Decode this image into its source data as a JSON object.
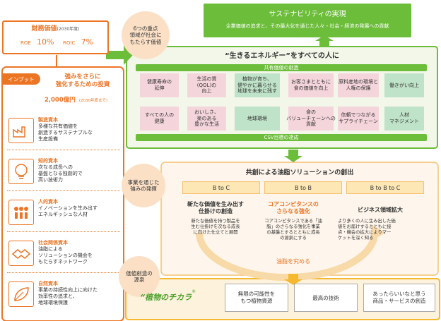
{
  "financial": {
    "title": "財務価値",
    "year": "(2030年度)",
    "roe_label": "ROE",
    "roe_value": "10%",
    "roic_label": "ROIC",
    "roic_value": "7%"
  },
  "callout_top": "6つの重点\n領域が社会に\nもたらす価値",
  "sustainability": {
    "title": "サステナビリティの実現",
    "subtitle": "企業価値の追求と、その最大化を通じた人々・社会・経済の発展への貢献"
  },
  "energy": {
    "title": "“生きるエネルギー”をすべての人に",
    "shared_value_bar": "共有価値の創造",
    "csv_bar": "CSV目標の達成",
    "row1": [
      "健康寿命の\n延伸",
      "生活の質\n(QOL)の\n向上",
      "植物が育ち、\n健やかに暮らせる\n地球を未来に残す",
      "お客さまとともに\n食の価値を向上",
      "原料産地の環境と\n人権の保護",
      "働きがい向上"
    ],
    "row2": [
      "すべての人の\n健康",
      "おいしさ、\n楽のある\n豊かな生活",
      "地球環境",
      "食の\nバリューチェーンへの\n貢献",
      "信頼でつながる\nサプライチェーン",
      "人材\nマネジメント"
    ]
  },
  "input": {
    "tag": "インプット",
    "title": "強みをさらに\n強化するための投資",
    "amount": "2,000億円",
    "amount_note": "(2030年度まで)",
    "capitals": [
      {
        "name": "製造資本",
        "desc": "多様な共有価値を\n創造するサステナブルな\n生産設備"
      },
      {
        "name": "知的資本",
        "desc": "次なる成長への\n基盤となる独創的で\n高い技術力"
      },
      {
        "name": "人的資本",
        "desc": "イノベーションを生み出す\nエネルギッシュな人材"
      },
      {
        "name": "社会関係資本",
        "desc": "油脂による\nソリューションの機会を\nもたらすネットワーク"
      },
      {
        "name": "自然資本",
        "desc": "事業の持続性向上に向けた\n効率性の追求と、\n地球環境保護"
      }
    ]
  },
  "callout_mid": "事業を通じた\n強みの発揮",
  "callout_bottom": "価値創造の\n源泉",
  "cocreation": {
    "title": "共創による油脂ソリューションの創出",
    "tabs": [
      "B to C",
      "B to B",
      "B to B to C"
    ],
    "left_title": "新たな価値を生み出す\n仕掛けの創造",
    "left_desc": "新たな価値を持つ製品を\n生む仕掛けを次なる成長\nに向けた仕立てと展開",
    "center_title": "コアコンピタンスの\nさらなる強化",
    "center_desc": "コアコンピタンスである「油\n脂」のさらなる強化を事業\nの基盤とするとともに成長\nの源泉にする",
    "right_title": "ビジネス領域拡大",
    "right_desc": "より多くの人に生み出した価\n値をお届けするとともに接\n点・機会の拡大によりマー\nケットを深く知る",
    "bottom_label": "油脂を究める"
  },
  "source": {
    "brand": "“植物のチカラ",
    "brand_mark": "®",
    "items": [
      "無限の可能性を\nもつ植物資源",
      "最高の技術",
      "あったらいいなと思う\n商品・サービスの創造"
    ]
  },
  "colors": {
    "green": "#6cbd3a",
    "green_light": "#eef6e0",
    "orange": "#ec7524",
    "orange_light": "#fce6d2",
    "yellow": "#f5b82e",
    "pink": "#f5d5dc",
    "mint": "#bfe3c8"
  }
}
